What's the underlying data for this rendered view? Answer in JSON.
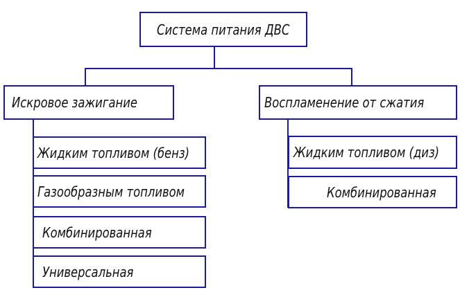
{
  "root": {
    "label": "Система питания ДВС"
  },
  "branches": [
    {
      "label": "Искровое зажигание",
      "items": [
        "Жидким топливом (бенз)",
        "Газообразным топливом",
        "Комбинированная",
        "Универсальная"
      ]
    },
    {
      "label": "Воспламенение от сжатия",
      "items": [
        "Жидким топливом (диз)",
        "Комбинированная"
      ]
    }
  ],
  "colors": {
    "line": "#1a1a9e",
    "text": "#111111"
  }
}
